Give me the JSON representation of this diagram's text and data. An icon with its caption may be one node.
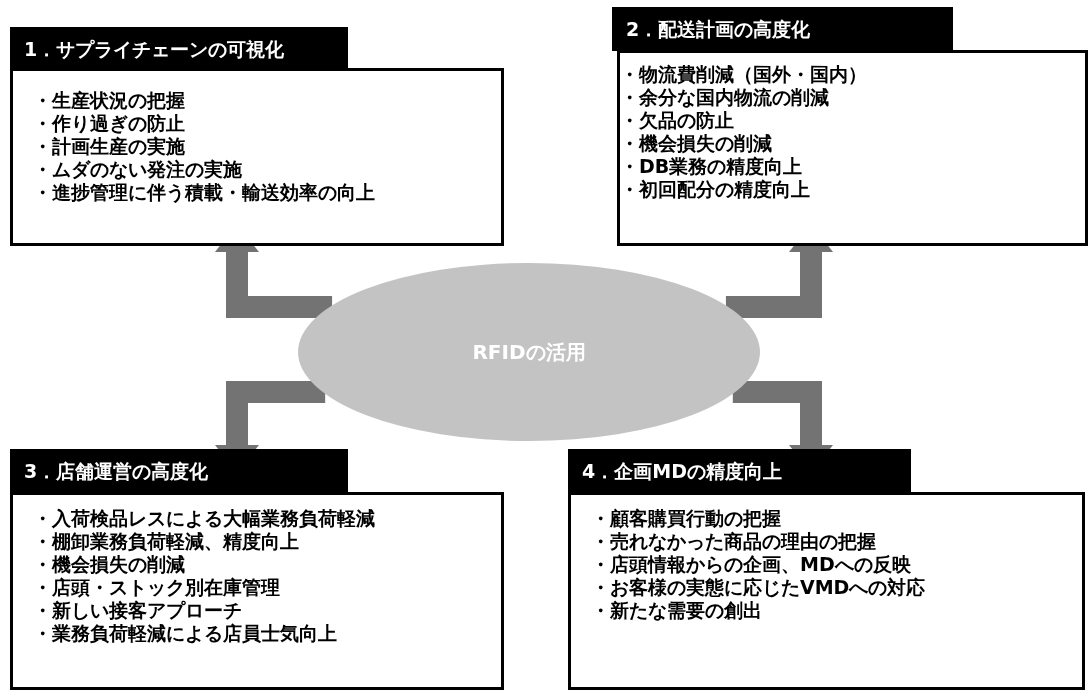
{
  "diagram": {
    "nodes": [
      {
        "text": [
          "RFIDの活用"
        ]
      },
      {
        "text": [
          "1．サプライチェーンの可視化",
          "・生産状況の把握",
          "・作り過ぎの防止",
          "・計画生産の実施",
          "・ムダのない発注の実施",
          "・進捗管理に伴う積載・輸送効率の向上"
        ]
      },
      {
        "text": [
          "2．配送計画の高度化",
          "・物流費削減（国外・国内）",
          "・余分な国内物流の削減",
          "・欠品の防止",
          "・機会損失の削減",
          "・DB業務の精度向上",
          "・初回配分の精度向上"
        ]
      },
      {
        "text": [
          "3．店舗運営の高度化",
          "・入荷検品レスによる大幅業務負荷軽減",
          "・棚卸業務負荷軽減、精度向上",
          "・機会損失の削減",
          "・店頭・ストック別在庫管理",
          "・新しい接客アプローチ",
          "・業務負荷軽減による店員士気向上"
        ]
      },
      {
        "text": [
          "4．企画MDの精度向上",
          "・顧客購買行動の把握",
          "・売れなかった商品の理由の把握",
          "・店頭情報からの企画、MDへの反映",
          "・お客様の実態に応じたVMDへの対応",
          "・新たな需要の創出"
        ]
      }
    ],
    "edges": [
      {
        "from": 0,
        "to": 1,
        "arrow": "to"
      },
      {
        "from": 0,
        "to": 2,
        "arrow": "to"
      },
      {
        "from": 0,
        "to": 3,
        "arrow": "to"
      },
      {
        "from": 0,
        "to": 4,
        "arrow": "to"
      }
    ]
  }
}
